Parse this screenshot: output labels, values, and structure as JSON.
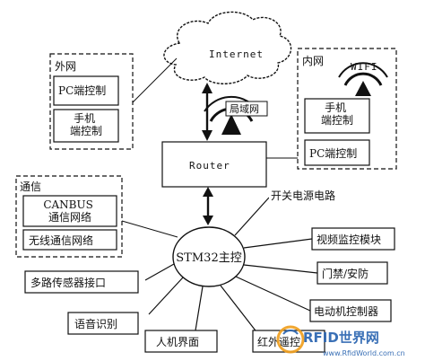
{
  "nodes": {
    "internet": "Internet",
    "router": "Router",
    "stm32": "STM32主控",
    "lan": "局域网"
  },
  "groups": {
    "external_net": {
      "title": "外网",
      "items": [
        "PC端控制",
        "手机\n端控制"
      ]
    },
    "internal_net": {
      "title": "内网",
      "wifi": "WIFI",
      "items": [
        "手机\n端控制",
        "PC端控制"
      ]
    },
    "communication": {
      "title": "通信",
      "items": [
        "CANBUS\n通信网络",
        "无线通信网络"
      ]
    }
  },
  "peripherals": {
    "power": "开关电源电路",
    "video": "视频监控模块",
    "access": "门禁/安防",
    "motor": "电动机控制器",
    "infrared": "红外遥控",
    "hmi": "人机界面",
    "voice": "语音识别",
    "sensor": "多路传感器接口"
  },
  "watermark": {
    "brand": "RFID世界网",
    "url": "www.RfidWorld.com.cn"
  },
  "colors": {
    "line": "#111111",
    "watermark": "#2a64b0",
    "watermark_accent": "#f0a020"
  }
}
